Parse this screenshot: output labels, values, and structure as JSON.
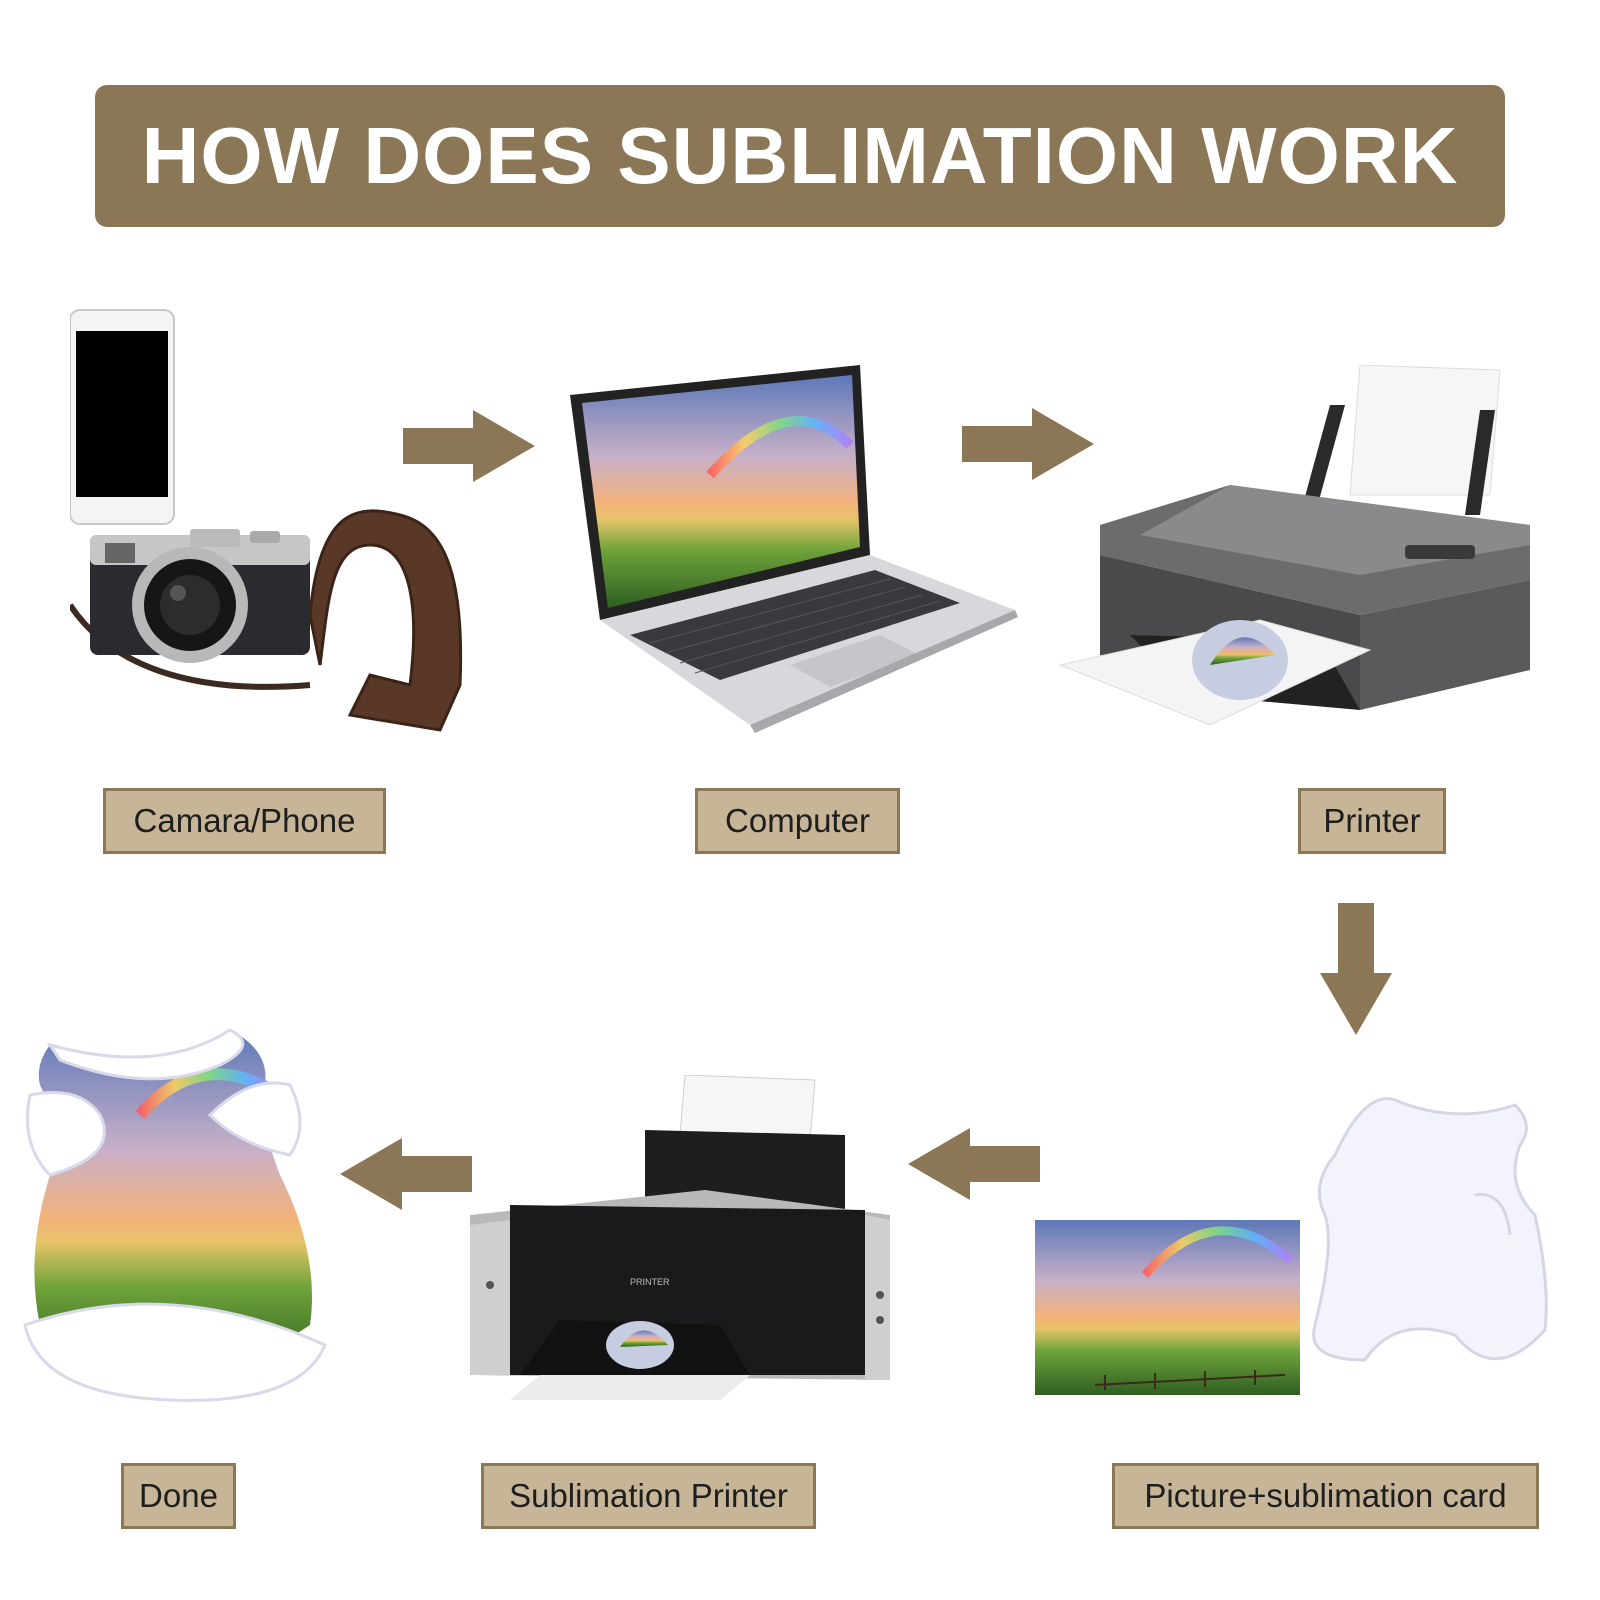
{
  "title": "HOW DOES SUBLIMATION WORK",
  "colors": {
    "banner": "#8b7655",
    "label_fill": "#c7b597",
    "label_border": "#8b7655",
    "arrow": "#8b7655"
  },
  "steps": [
    {
      "label": "Camara/Phone",
      "icon": "camera-phone-icon"
    },
    {
      "label": "Computer",
      "icon": "laptop-icon"
    },
    {
      "label": "Printer",
      "icon": "printer-icon"
    },
    {
      "label": "Picture+sublimation card",
      "icon": "blank-shirt-and-picture-icon"
    },
    {
      "label": "Sublimation Printer",
      "icon": "sublimation-printer-icon"
    },
    {
      "label": "Done",
      "icon": "printed-shirt-icon"
    }
  ],
  "arrows": [
    "arrow-right",
    "arrow-right",
    "arrow-down",
    "arrow-left",
    "arrow-left"
  ]
}
